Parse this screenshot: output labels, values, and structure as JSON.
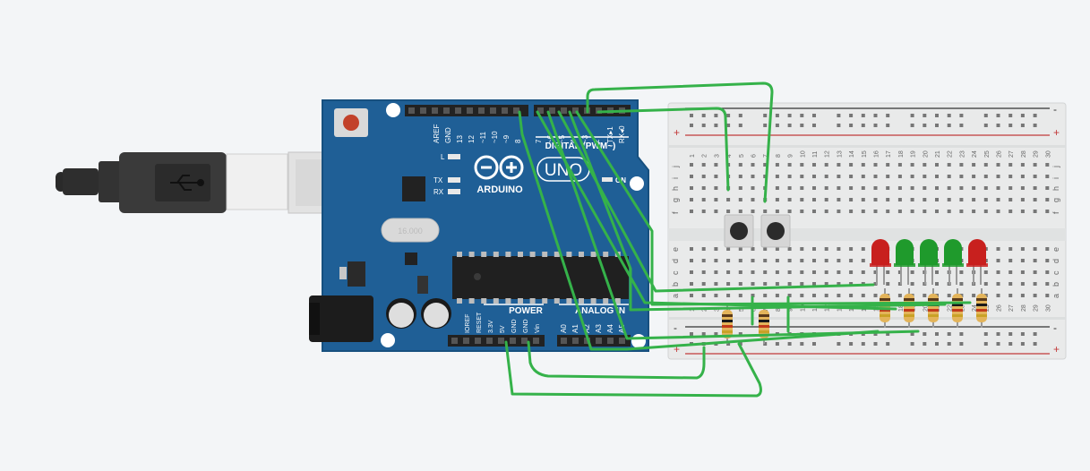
{
  "board": {
    "brand": "ARDUINO",
    "model": "UNO",
    "digital_label": "DIGITAL (PWM~)",
    "power_label": "POWER",
    "analog_label": "ANALOG IN",
    "on_label": "ON",
    "led_labels": [
      "L",
      "TX",
      "RX"
    ],
    "crystal_text": "16.000",
    "digital_pins": [
      "AREF",
      "GND",
      "13",
      "12",
      "~11",
      "~10",
      "~9",
      "8",
      "7",
      "~6",
      "~5",
      "4",
      "~3",
      "2",
      "TX▸1",
      "RX◂0"
    ],
    "power_pins": [
      "IOREF",
      "RESET",
      "3.3V",
      "5V",
      "GND",
      "GND",
      "Vin"
    ],
    "analog_pins": [
      "A0",
      "A1",
      "A2",
      "A3",
      "A4",
      "A5"
    ]
  },
  "breadboard": {
    "row_letters_top": [
      "j",
      "i",
      "h",
      "g",
      "f"
    ],
    "row_letters_bottom": [
      "e",
      "d",
      "c",
      "b",
      "a"
    ],
    "column_numbers": [
      "1",
      "2",
      "3",
      "4",
      "5",
      "6",
      "7",
      "8",
      "9",
      "10",
      "11",
      "12",
      "13",
      "14",
      "15",
      "16",
      "17",
      "18",
      "19",
      "20",
      "21",
      "22",
      "23",
      "24",
      "25",
      "26",
      "27",
      "28",
      "29",
      "30"
    ],
    "rail_plus": "+",
    "rail_minus": "-"
  },
  "components": {
    "leds": [
      {
        "color": "#c8201e"
      },
      {
        "color": "#1f9a2c"
      },
      {
        "color": "#1f9a2c"
      },
      {
        "color": "#1f9a2c"
      },
      {
        "color": "#c8201e"
      }
    ],
    "buttons": 2,
    "resistors": 7
  },
  "colors": {
    "board": "#1f5f96",
    "wire": "#35b24a",
    "led_red": "#c8201e",
    "led_green": "#1f9a2c",
    "breadboard": "#e9eaea"
  }
}
